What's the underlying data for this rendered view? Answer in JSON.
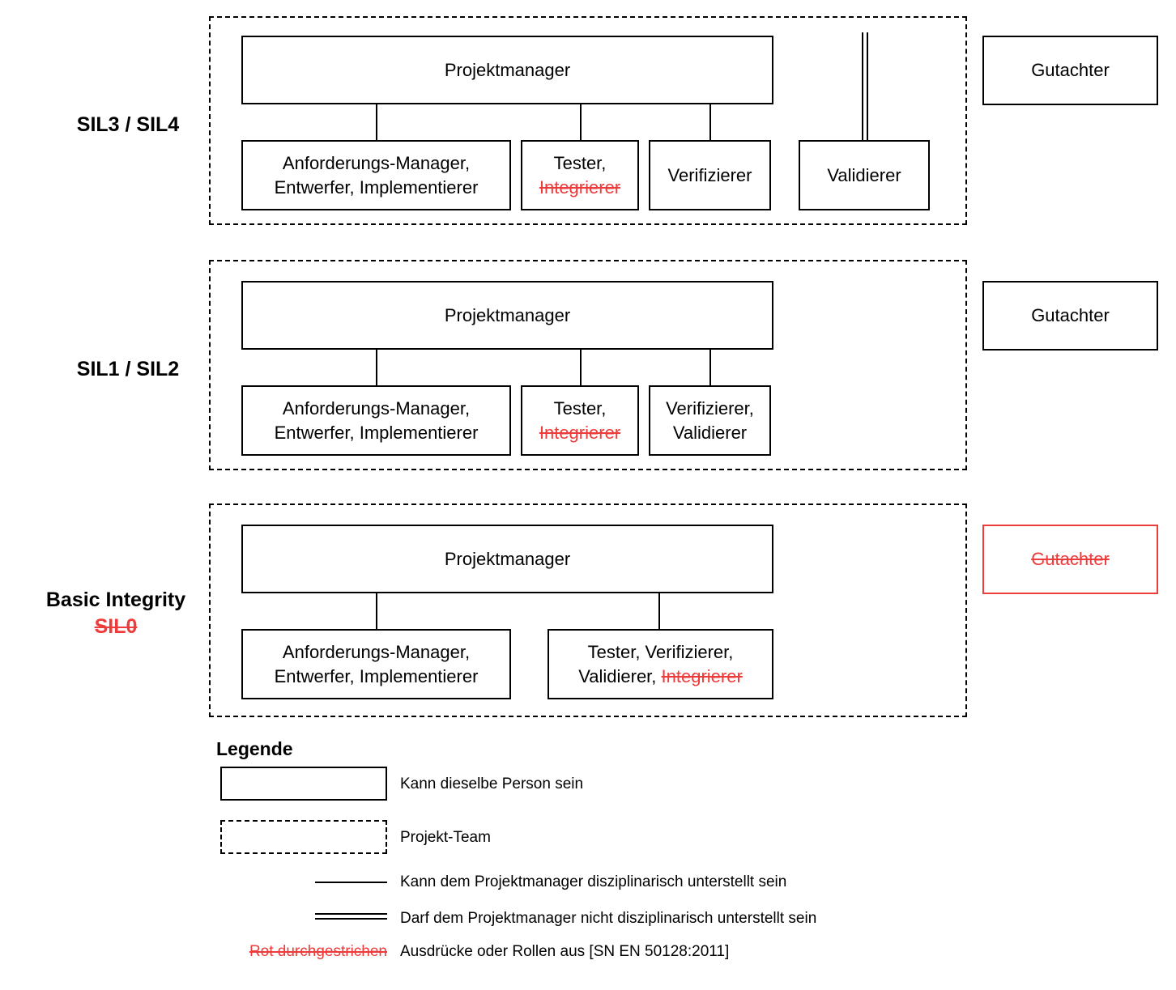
{
  "levels": [
    {
      "id": "sil3-sil4",
      "label": "SIL3 / SIL4",
      "sublabel": "",
      "manager": "Projektmanager",
      "roles": [
        {
          "line1": "Anforderungs-Manager,",
          "line2": "Entwerfer, Implementierer",
          "line2_struck": ""
        },
        {
          "line1": "Tester,",
          "line2": "",
          "line2_struck": "Integrierer"
        },
        {
          "line1": "Verifizierer",
          "line2": "",
          "line2_struck": ""
        },
        {
          "line1": "Validierer",
          "line2": "",
          "line2_struck": ""
        }
      ],
      "external": "Gutachter"
    },
    {
      "id": "sil1-sil2",
      "label": "SIL1 / SIL2",
      "sublabel": "",
      "manager": "Projektmanager",
      "roles": [
        {
          "line1": "Anforderungs-Manager,",
          "line2": "Entwerfer, Implementierer",
          "line2_struck": ""
        },
        {
          "line1": "Tester,",
          "line2": "",
          "line2_struck": "Integrierer"
        },
        {
          "line1": "Verifizierer,",
          "line2": "Validierer",
          "line2_struck": ""
        }
      ],
      "external": "Gutachter"
    },
    {
      "id": "basic-integrity",
      "label": "Basic Integrity",
      "sublabel": "SIL0",
      "manager": "Projektmanager",
      "roles": [
        {
          "line1": "Anforderungs-Manager,",
          "line2": "Entwerfer, Implementierer",
          "line2_struck": ""
        },
        {
          "line1": "Tester, Verifizierer,",
          "line2": "Validierer, ",
          "line2_struck": "Integrierer"
        }
      ],
      "external": "Gutachter"
    }
  ],
  "legend": {
    "title": "Legende",
    "items": [
      {
        "kind": "solid-box",
        "label": "Kann dieselbe Person sein"
      },
      {
        "kind": "dashed-box",
        "label": "Projekt-Team"
      },
      {
        "kind": "single-line",
        "label": "Kann dem Projektmanager disziplinarisch unterstellt sein"
      },
      {
        "kind": "double-line",
        "label": "Darf dem Projektmanager nicht disziplinarisch unterstellt sein"
      },
      {
        "kind": "red-struck",
        "swatch_label": "Rot durchgestrichen",
        "label": "Ausdrücke oder Rollen aus [SN EN 50128:2011]"
      }
    ]
  },
  "colors": {
    "ink": "#000000",
    "struck_red": "#ee3b3b",
    "background": "#ffffff"
  }
}
